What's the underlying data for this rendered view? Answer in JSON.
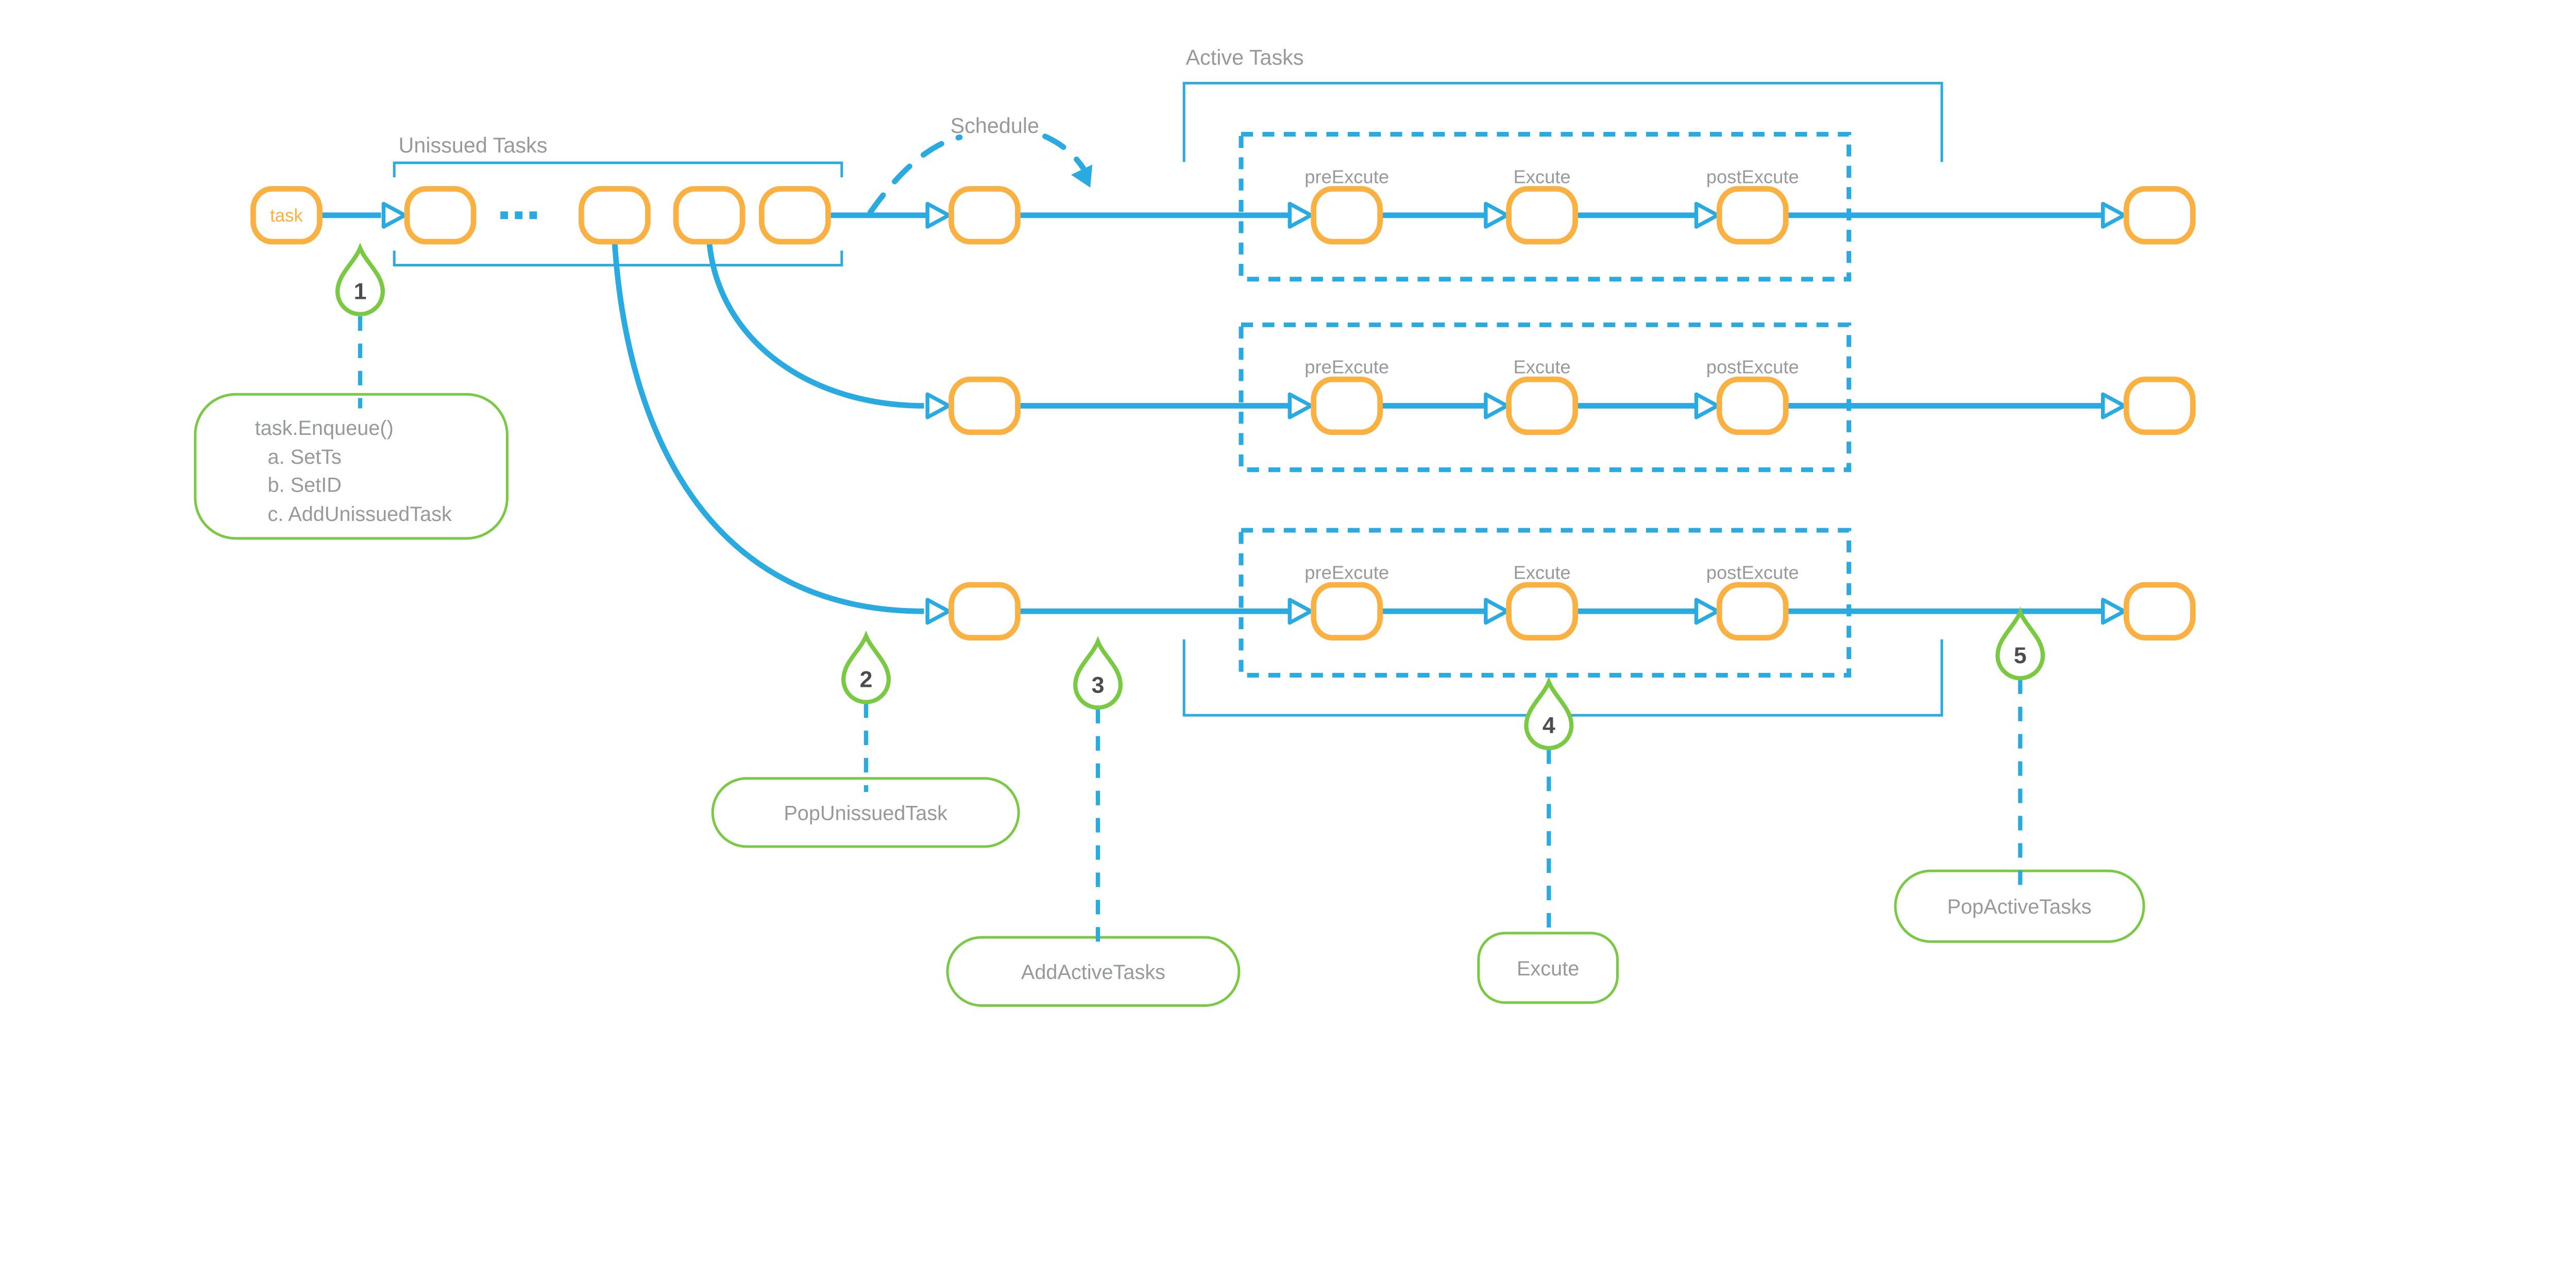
{
  "diagram": {
    "queue": {
      "task_label": "task",
      "section_label": "Unissued Tasks"
    },
    "schedule_label": "Schedule",
    "active_label": "Active Tasks",
    "phases": [
      "preExcute",
      "Excute",
      "postExcute"
    ],
    "pins": [
      "1",
      "2",
      "3",
      "4",
      "5"
    ],
    "annotations": {
      "enqueue_title": "task.Enqueue()",
      "enqueue_items": [
        "a. SetTs",
        "b. SetID",
        "c. AddUnissuedTask"
      ],
      "pop_unissued": "PopUnissuedTask",
      "add_active": "AddActiveTasks",
      "excute": "Excute",
      "pop_active": "PopActiveTasks"
    },
    "colors": {
      "flow_blue": "#29abe2",
      "node_orange": "#fbb042",
      "annotation_green": "#7ac943",
      "label_gray": "#97999b",
      "number_gray": "#4d4d4d"
    }
  }
}
